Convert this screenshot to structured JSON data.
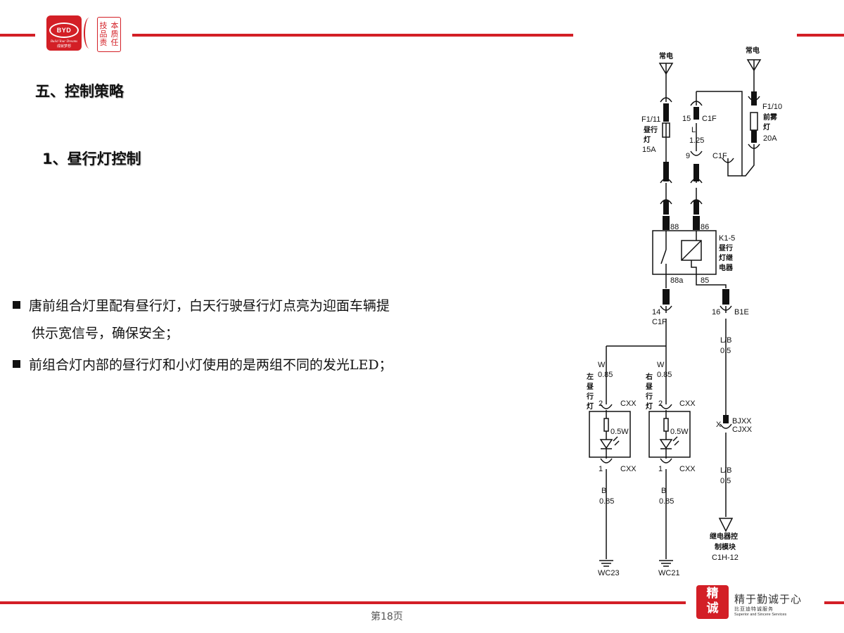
{
  "header": {
    "logo_text": "BYD",
    "logo_slogan": "Build Your Dreams",
    "logo_cn": "成就梦想",
    "seal_chars": [
      "技",
      "本",
      "品",
      "质",
      "责",
      "任"
    ]
  },
  "section_title": "五、控制策略",
  "subsection_title": "1、昼行灯控制",
  "bullets": [
    {
      "line1": "唐前组合灯里配有昼行灯，白天行驶昼行灯点亮为迎面车辆提",
      "line2": "供示宽信号，确保安全；"
    },
    {
      "line1": "前组合灯内部的昼行灯和小灯使用的是两组不同的发光LED；",
      "line2": ""
    }
  ],
  "diagram": {
    "power_left": "常电",
    "power_right": "常电",
    "fuse_left_id": "F1/11",
    "fuse_left_name1": "昼行",
    "fuse_left_name2": "灯",
    "fuse_left_rating": "15A",
    "fuse_right_id": "F1/10",
    "fuse_right_name1": "前雾",
    "fuse_right_name2": "灯",
    "fuse_right_rating": "20A",
    "c1f_pin15": "15",
    "c1f_label_a": "C1F",
    "wire_l_color": "L",
    "wire_l_size": "1.25",
    "c1f_pin9": "9",
    "c1f_label_b": "C1F",
    "relay_pin88": "88",
    "relay_pin86": "86",
    "relay_id": "K1-5",
    "relay_name1": "昼行",
    "relay_name2": "灯继",
    "relay_name3": "电器",
    "relay_pin88a": "88a",
    "relay_pin85": "85",
    "c1f_pin14": "14",
    "c1f_label_c": "C1F",
    "b1e_pin16": "16",
    "b1e_label": "B1E",
    "wire_lb_color": "L/B",
    "wire_lb_size": "0.5",
    "wire_w_left_color": "W",
    "wire_w_left_size": "0.85",
    "wire_w_right_color": "W",
    "wire_w_right_size": "0.85",
    "left_lamp_label": [
      "左",
      "昼",
      "行",
      "灯"
    ],
    "right_lamp_label": [
      "右",
      "昼",
      "行",
      "灯"
    ],
    "lamp_pin2": "2",
    "lamp_pin1": "1",
    "cxx": "CXX",
    "lamp_watt": "0.5W",
    "bjxx": "BJXX",
    "cjxx": "CJXX",
    "pin_x": "X",
    "wire_lb2_color": "L/B",
    "wire_lb2_size": "0.5",
    "wire_b_left_color": "B",
    "wire_b_left_size": "0.85",
    "wire_b_right_color": "B",
    "wire_b_right_size": "0.85",
    "ground_left": "WC23",
    "ground_right": "WC21",
    "module_name1": "继电器控",
    "module_name2": "制模块",
    "module_pin": "C1H-12"
  },
  "footer": {
    "page_label": "第18页",
    "brand_seal": [
      "精",
      "诚"
    ],
    "brand_cn": "精于勤诚于心",
    "brand_cn2": "比亚迪特诚服务",
    "brand_en": "Superior and Sincere Services"
  },
  "colors": {
    "accent_red": "#d31f26"
  }
}
